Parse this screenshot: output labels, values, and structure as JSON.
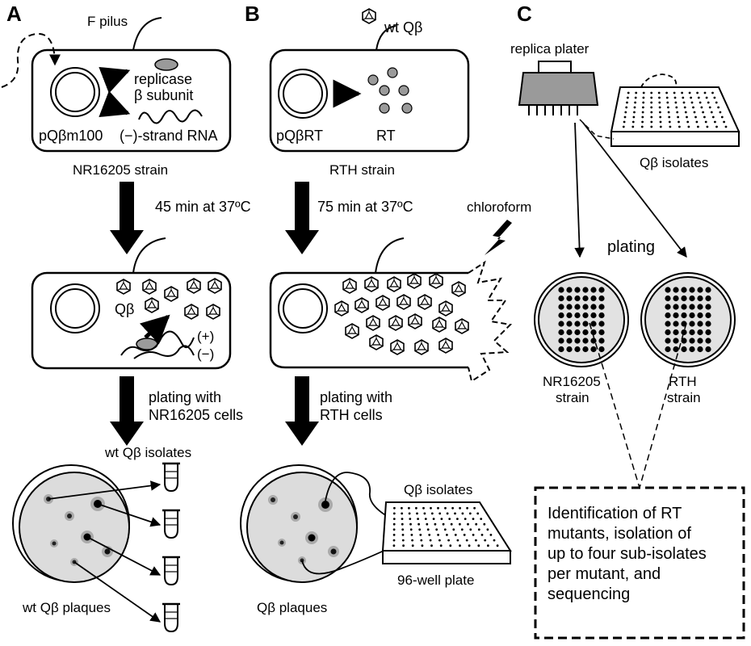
{
  "panels": {
    "a": {
      "letter": "A",
      "f_pilus": "F pilus",
      "replicase_line1": "replicase",
      "replicase_line2": "β subunit",
      "plasmid": "pQβm100",
      "minus_strand": "(−)-strand RNA",
      "strain": "NR16205 strain",
      "step1": "45 min at 37ºC",
      "qb": "Qβ",
      "plus": "(+)",
      "minus": "(−)",
      "plating_line1": "plating with",
      "plating_line2": "NR16205 cells",
      "isolates": "wt Qβ isolates",
      "plaques": "wt Qβ plaques"
    },
    "b": {
      "letter": "B",
      "wt_qb": "wt Qβ",
      "plasmid": "pQβRT",
      "rt": "RT",
      "strain": "RTH strain",
      "step1": "75 min at 37ºC",
      "chloroform": "chloroform",
      "plating_line1": "plating with",
      "plating_line2": "RTH cells",
      "isolates": "Qβ isolates",
      "plate": "96-well plate",
      "plaques": "Qβ plaques"
    },
    "c": {
      "letter": "C",
      "replica_plater": "replica plater",
      "isolates": "Qβ isolates",
      "plating": "plating",
      "strain_a_line1": "NR16205",
      "strain_a_line2": "strain",
      "strain_b_line1": "RTH",
      "strain_b_line2": "strain",
      "box_lines": [
        "Identification of RT",
        "mutants, isolation of",
        "up to four sub-isolates",
        "per mutant, and",
        "sequencing"
      ]
    }
  }
}
